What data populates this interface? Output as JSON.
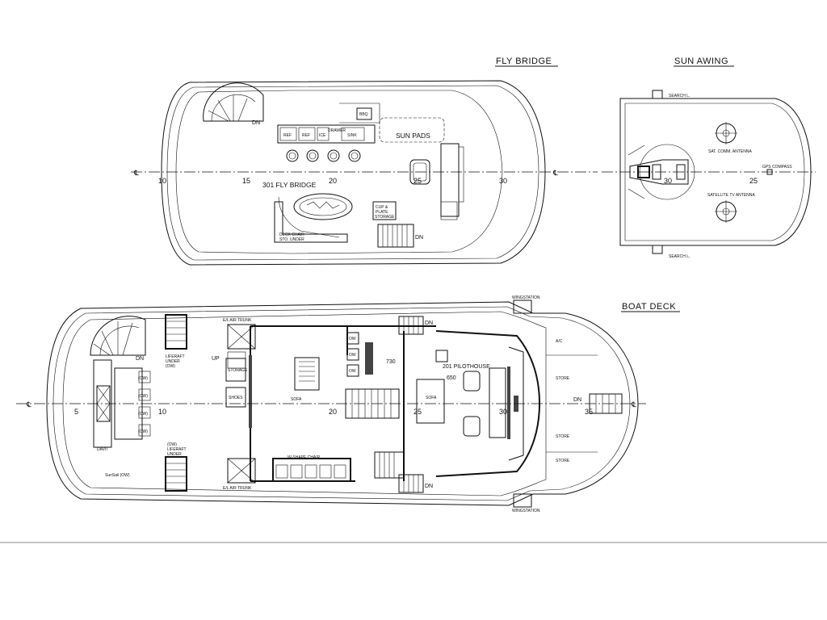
{
  "titles": {
    "fly_bridge": "FLY BRIDGE",
    "sun_awning": "SUN AWING",
    "boat_deck": "BOAT DECK"
  },
  "fly_bridge": {
    "room": "301 FLY BRIDGE",
    "sun_pads": "SUN PADS",
    "ref1": "REF",
    "ref2": "REF",
    "ice": "ICE",
    "sink": "SINK",
    "bbq": "BBQ",
    "drawer": "DRAWER",
    "deck_chair": "DECK CHAIR",
    "sto_under": "STO. UNDER",
    "cup": "CUP &",
    "plate": "PLATE",
    "storage": "STORAGE",
    "dn1": "DN",
    "dn2": "DN",
    "stations": [
      "10",
      "15",
      "20",
      "25",
      "30"
    ],
    "cl": "℄"
  },
  "sun_awning": {
    "search_top": "SEARCH L.",
    "search_bottom": "SEARCH L.",
    "sat_comm": "SAT. COMM. ANTENNA",
    "satellite_tv": "SATELLITE TV ANTENNA",
    "gps": "GPS COMPASS",
    "st25": "25",
    "st30": "30"
  },
  "boat_deck": {
    "pilothouse": "201 PILOTHOUSE",
    "sofa1": "SOFA",
    "sofa2": "SOFA",
    "wshape": "W-SHAPE CHAIR",
    "liferaft1": "LIFERAFT",
    "under1": "UNDER",
    "ow1": "(OW)",
    "liferaft2": "LIFERAFT",
    "under2": "UNDER",
    "ow2": "(OW)",
    "airtrunk1": "E/L AIR TRUNK",
    "airtrunk2": "E/L AIR TRUNK",
    "storage": "STORAGE",
    "shoes": "SHOES",
    "wingstation_top": "WINGSTATION",
    "wingstation_bottom": "WINGSTATION",
    "ac": "A/C",
    "store1": "STORE",
    "store2": "STORE",
    "store3": "STORE",
    "sunsail": "SunSail (OW)",
    "davit": "DAVIT",
    "dim730": "730",
    "dim650": "650",
    "dn_aft": "DN",
    "up": "UP",
    "dn_top": "DN",
    "dn_bottom": "DN",
    "dn_fwd": "DN",
    "stations": [
      "5",
      "10",
      "20",
      "25",
      "30",
      "35"
    ],
    "ow_marks": [
      "(OW)",
      "(OW)",
      "(OW)",
      "(OW)"
    ],
    "ow_small": [
      "OW",
      "OW",
      "OW"
    ]
  }
}
